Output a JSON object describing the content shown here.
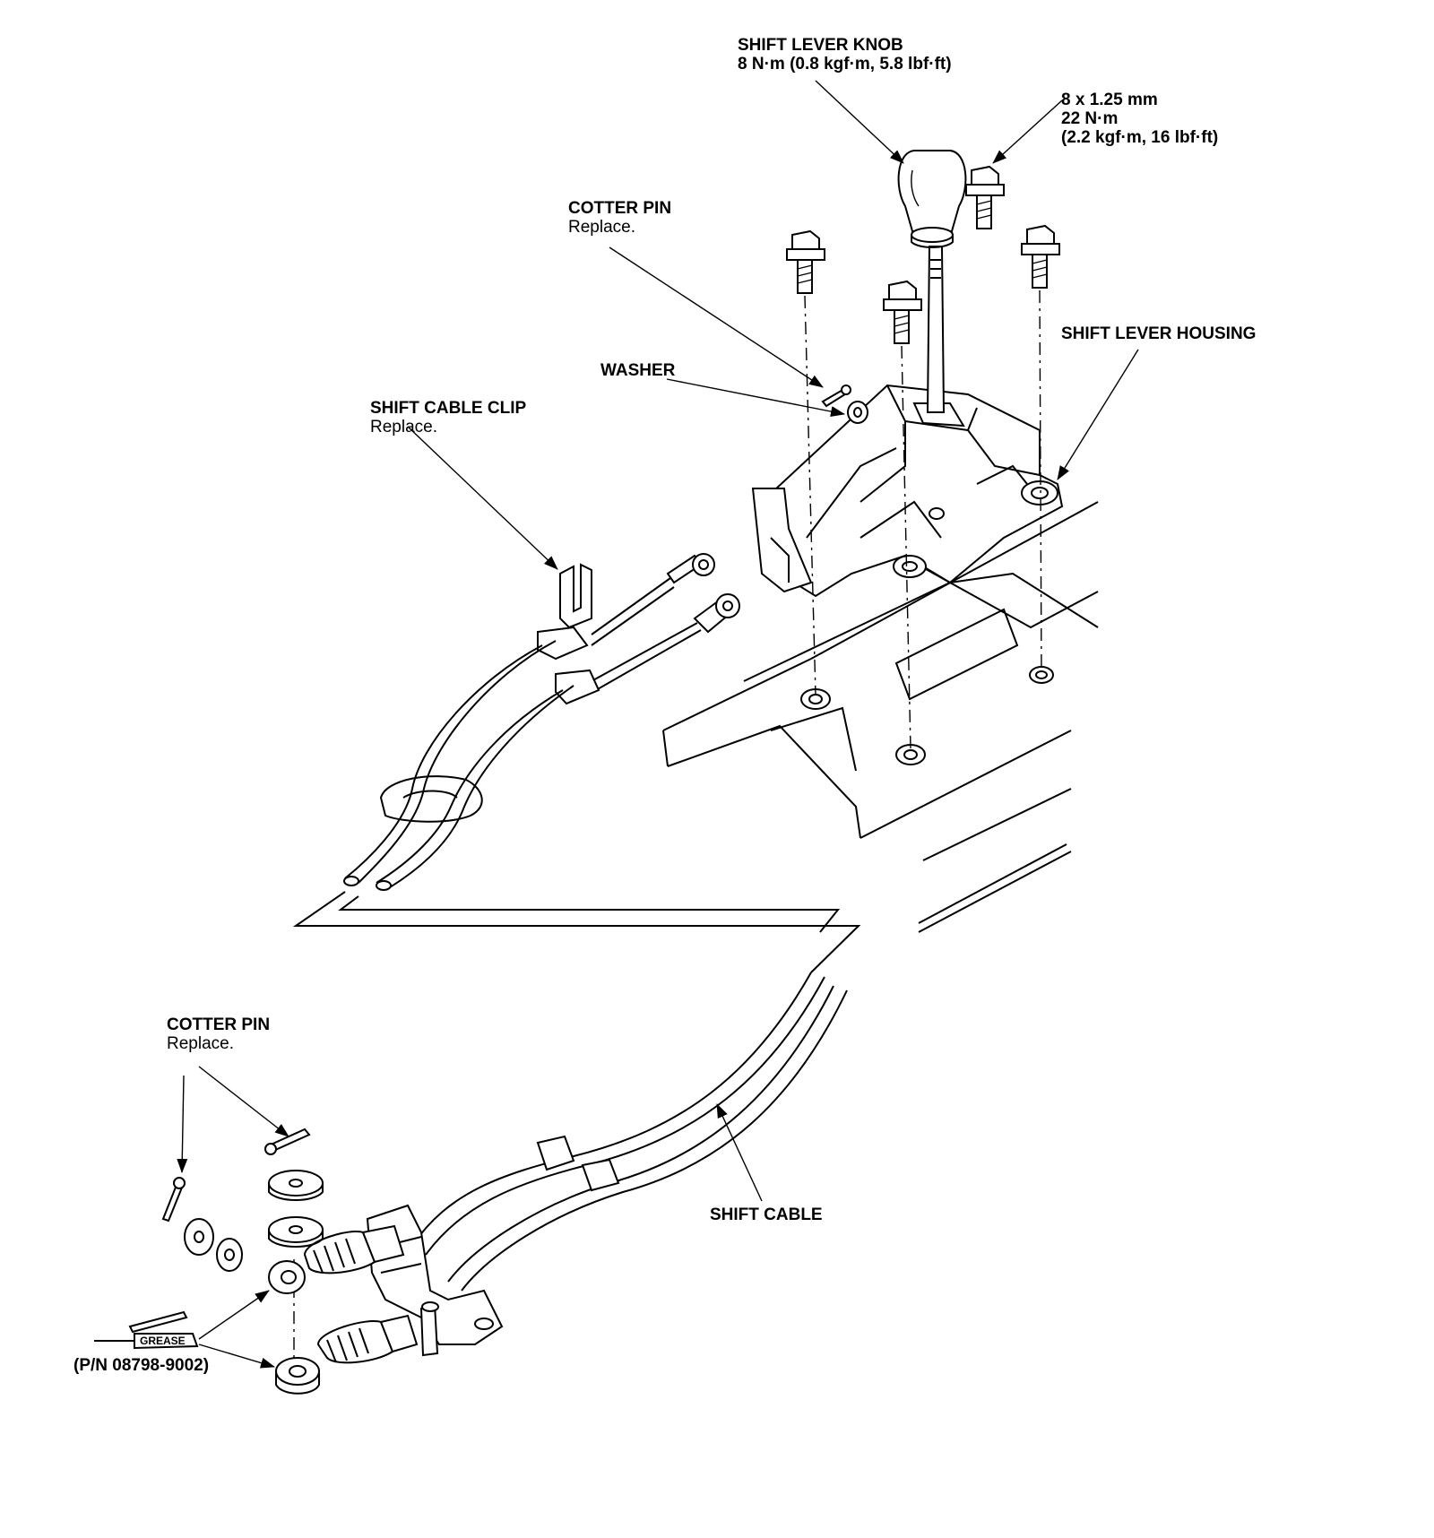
{
  "labels": {
    "shift_lever_knob": {
      "title": "SHIFT LEVER KNOB",
      "torque": "8 N·m (0.8 kgf·m, 5.8 lbf·ft)"
    },
    "bolt_spec": {
      "size": "8 x 1.25 mm",
      "torque": "22 N·m",
      "torque_alt": "(2.2 kgf·m, 16 lbf·ft)"
    },
    "cotter_pin_top": {
      "title": "COTTER PIN",
      "note": "Replace."
    },
    "shift_lever_housing": {
      "title": "SHIFT LEVER HOUSING"
    },
    "washer": {
      "title": "WASHER"
    },
    "shift_cable_clip": {
      "title": "SHIFT CABLE CLIP",
      "note": "Replace."
    },
    "cotter_pin_bottom": {
      "title": "COTTER PIN",
      "note": "Replace."
    },
    "shift_cable": {
      "title": "SHIFT CABLE"
    },
    "grease": {
      "tag": "GREASE",
      "part_number": "(P/N 08798-9002)"
    }
  },
  "colors": {
    "line": "#000000",
    "background": "#ffffff"
  }
}
